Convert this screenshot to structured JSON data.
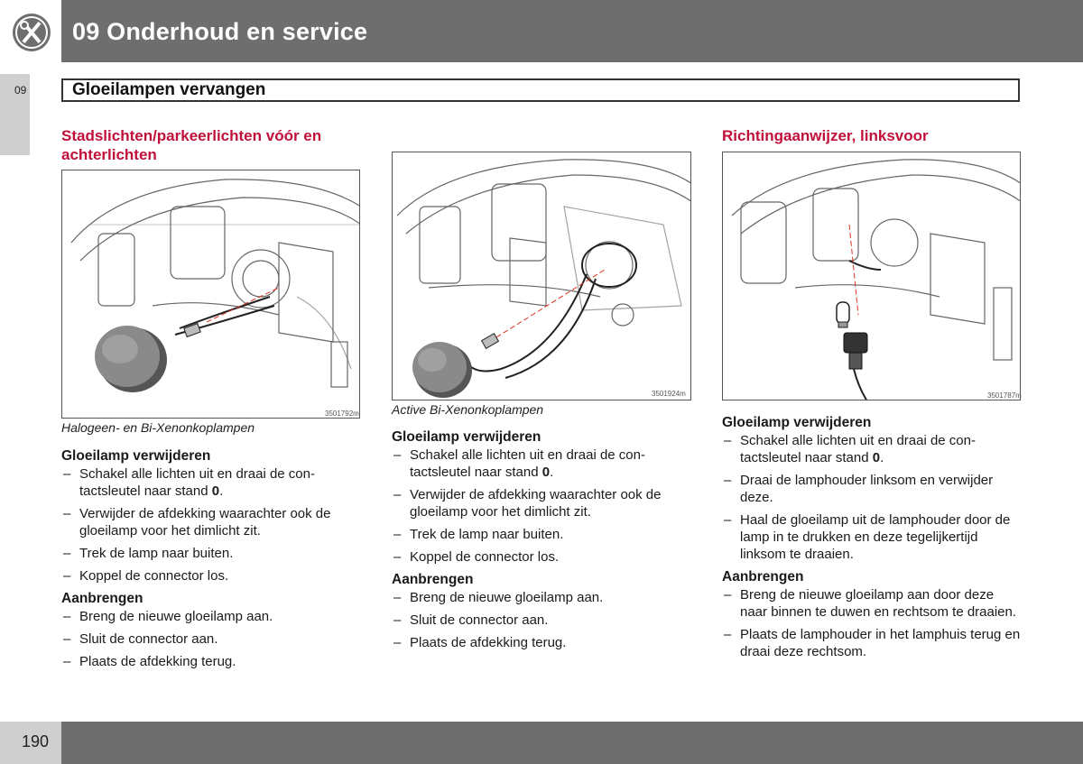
{
  "header": {
    "icon": "wrench-screwdriver-icon",
    "chapter_title": "09 Onderhoud en service"
  },
  "side_tab": {
    "label": "09"
  },
  "section": {
    "title": "Gloeilampen vervangen"
  },
  "col1": {
    "heading": "Stadslichten/parkeerlichten vóór en achterlichten",
    "figure_code": "3501792m",
    "caption": "Halogeen- en Bi-Xenonkoplampen",
    "remove_heading": "Gloeilamp verwijderen",
    "remove_steps": [
      {
        "pre": "Schakel alle lichten uit en draai de con-tactsleutel naar stand ",
        "bold": "0",
        "post": "."
      },
      {
        "pre": "Verwijder de afdekking waarachter ook de gloeilamp voor het dimlicht zit.",
        "bold": "",
        "post": ""
      },
      {
        "pre": "Trek de lamp naar buiten.",
        "bold": "",
        "post": ""
      },
      {
        "pre": "Koppel de connector los.",
        "bold": "",
        "post": ""
      }
    ],
    "install_heading": "Aanbrengen",
    "install_steps": [
      "Breng de nieuwe gloeilamp aan.",
      "Sluit de connector aan.",
      "Plaats de afdekking terug."
    ]
  },
  "col2": {
    "figure_code": "3501924m",
    "caption": "Active Bi-Xenonkoplampen",
    "remove_heading": "Gloeilamp verwijderen",
    "remove_steps": [
      {
        "pre": "Schakel alle lichten uit en draai de con-tactsleutel naar stand ",
        "bold": "0",
        "post": "."
      },
      {
        "pre": "Verwijder de afdekking waarachter ook de gloeilamp voor het dimlicht zit.",
        "bold": "",
        "post": ""
      },
      {
        "pre": "Trek de lamp naar buiten.",
        "bold": "",
        "post": ""
      },
      {
        "pre": "Koppel de connector los.",
        "bold": "",
        "post": ""
      }
    ],
    "install_heading": "Aanbrengen",
    "install_steps": [
      "Breng de nieuwe gloeilamp aan.",
      "Sluit de connector aan.",
      "Plaats de afdekking terug."
    ]
  },
  "col3": {
    "heading": "Richtingaanwijzer, linksvoor",
    "figure_code": "3501787m",
    "remove_heading": "Gloeilamp verwijderen",
    "remove_steps": [
      {
        "pre": "Schakel alle lichten uit en draai de con-tactsleutel naar stand ",
        "bold": "0",
        "post": "."
      },
      {
        "pre": "Draai de lamphouder linksom en verwijder deze.",
        "bold": "",
        "post": ""
      },
      {
        "pre": "Haal de gloeilamp uit de lamphouder door de lamp in te drukken en deze tegelijkertijd linksom te draaien.",
        "bold": "",
        "post": ""
      }
    ],
    "install_heading": "Aanbrengen",
    "install_steps": [
      "Breng de nieuwe gloeilamp aan door deze naar binnen te duwen en rechtsom te draaien.",
      "Plaats de lamphouder in het lamphuis terug en draai deze rechtsom."
    ]
  },
  "footer": {
    "page_number": "190"
  },
  "colors": {
    "accent_red": "#c0103a",
    "band_gray": "#6e6e6e",
    "tab_gray": "#cfcfcf"
  }
}
